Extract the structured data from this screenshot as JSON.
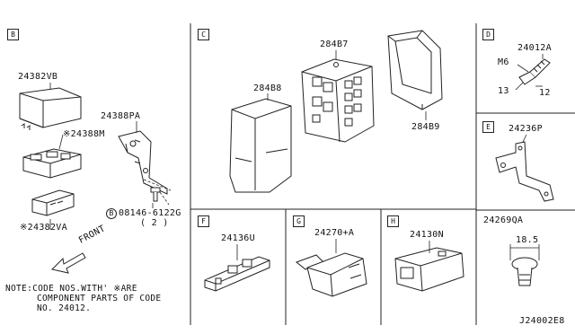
{
  "sections": {
    "B": "B",
    "C": "C",
    "D": "D",
    "E": "E",
    "F": "F",
    "G": "G",
    "H": "H"
  },
  "parts": {
    "p24382VB": "24382VB",
    "p24388PA": "24388PA",
    "p24388M": "※24388M",
    "p24382VA": "※24382VA",
    "p08146": "08146-6122G",
    "p08146_qty": "( 2 )",
    "bolt_ref": "B",
    "p284B7": "284B7",
    "p284B8": "284B8",
    "p284B9": "284B9",
    "p24012A": "24012A",
    "p24236P": "24236P",
    "p24136U": "24136U",
    "p24270A": "24270+A",
    "p24130N": "24130N",
    "p24269QA": "24269QA"
  },
  "dimensions": {
    "m6": "M6",
    "d13": "13",
    "d12": "12",
    "d185": "18.5"
  },
  "front_label": "FRONT",
  "note_lines": [
    "NOTE:CODE NOS.WITH' ※ARE",
    "COMPONENT PARTS OF CODE",
    "NO. 24012."
  ],
  "diagram_id": "J24002E8"
}
